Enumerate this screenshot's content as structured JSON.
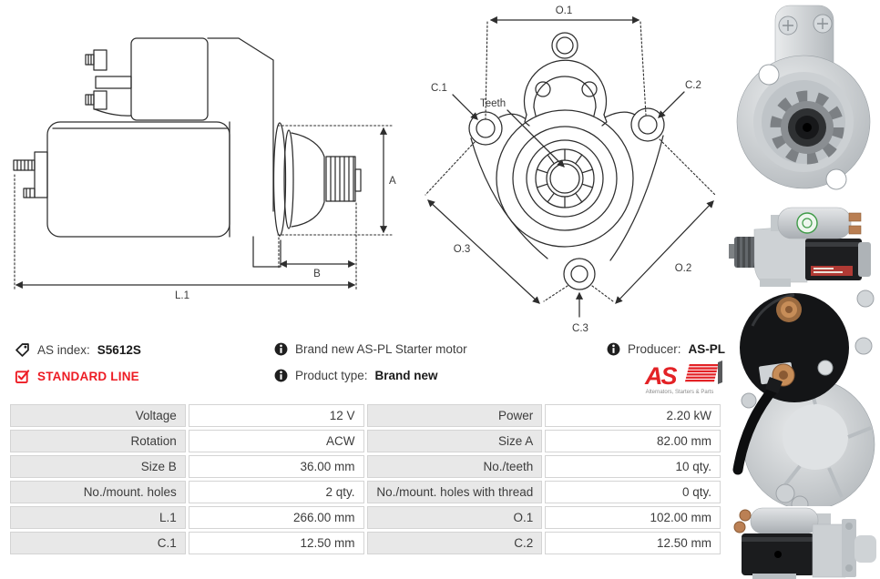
{
  "header": {
    "as_index": {
      "label": "AS index:",
      "value": "S5612S"
    },
    "line_badge": "STANDARD LINE",
    "description": "Brand new AS-PL Starter motor",
    "product_type": {
      "label": "Product type:",
      "value": "Brand new"
    },
    "producer": {
      "label": "Producer:",
      "value": "AS-PL"
    },
    "logo": {
      "text": "AS",
      "tagline": "Alternators, Starters & Parts"
    }
  },
  "drawings": {
    "side_view": {
      "a": "A",
      "b": "B",
      "l1": "L.1"
    },
    "front_view": {
      "o1": "O.1",
      "o2": "O.2",
      "o3": "O.3",
      "c1": "C.1",
      "c2": "C.2",
      "c3": "C.3",
      "teeth": "Teeth"
    }
  },
  "spec_table": {
    "rows": [
      {
        "cells": [
          {
            "label": "Voltage",
            "value": "12 V"
          },
          {
            "label": "Power",
            "value": "2.20 kW"
          }
        ]
      },
      {
        "cells": [
          {
            "label": "Rotation",
            "value": "ACW"
          },
          {
            "label": "Size A",
            "value": "82.00 mm"
          }
        ]
      },
      {
        "cells": [
          {
            "label": "Size B",
            "value": "36.00 mm"
          },
          {
            "label": "No./teeth",
            "value": "10 qty."
          }
        ]
      },
      {
        "cells": [
          {
            "label": "No./mount. holes",
            "value": "2 qty."
          },
          {
            "label": "No./mount. holes with thread",
            "value": "0 qty."
          }
        ]
      },
      {
        "cells": [
          {
            "label": "L.1",
            "value": "266.00 mm"
          },
          {
            "label": "O.1",
            "value": "102.00 mm"
          }
        ]
      },
      {
        "cells": [
          {
            "label": "C.1",
            "value": "12.50 mm"
          },
          {
            "label": "C.2",
            "value": "12.50 mm"
          }
        ]
      }
    ]
  },
  "colors": {
    "accent_red": "#ed1c24",
    "table_label_bg": "#e8e8e8",
    "table_border": "#d4d4d4"
  }
}
